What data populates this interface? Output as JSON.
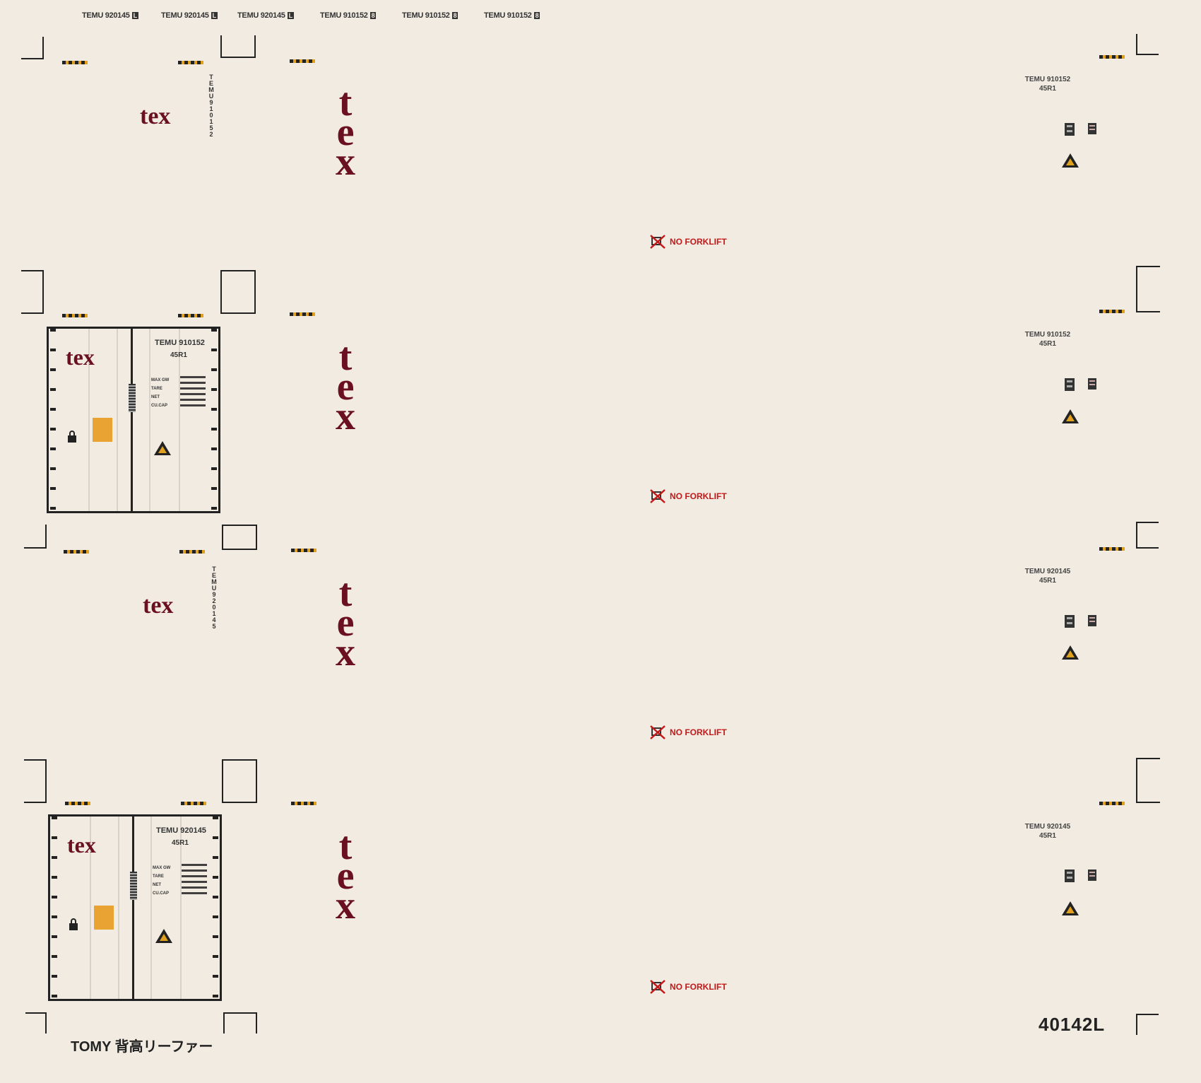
{
  "top_ids": [
    {
      "text": "TEMU 920145",
      "check": "L"
    },
    {
      "text": "TEMU 920145",
      "check": "L"
    },
    {
      "text": "TEMU 920145",
      "check": "L"
    },
    {
      "text": "TEMU 910152",
      "check": "8"
    },
    {
      "text": "TEMU 910152",
      "check": "8"
    },
    {
      "text": "TEMU 910152",
      "check": "8"
    }
  ],
  "brand": "tex",
  "vertical_ids": [
    "TEMU910152",
    "TEMU920145"
  ],
  "no_forklift": "NO FORKLIFT",
  "right_ids": [
    {
      "id": "TEMU 910152",
      "code": "45R1"
    },
    {
      "id": "TEMU 910152",
      "code": "45R1"
    },
    {
      "id": "TEMU 920145",
      "code": "45R1"
    },
    {
      "id": "TEMU 920145",
      "code": "45R1"
    }
  ],
  "doors": [
    {
      "id": "TEMU 910152",
      "code": "45R1",
      "labels": [
        "MAX GW",
        "TARE",
        "NET",
        "CU.CAP"
      ]
    },
    {
      "id": "TEMU 920145",
      "code": "45R1",
      "labels": [
        "MAX GW",
        "TARE",
        "NET",
        "CU.CAP"
      ]
    }
  ],
  "footer_left": "TOMY 背高リーファー",
  "footer_right": "40142L",
  "colors": {
    "background": "#f1ebe2",
    "brand": "#6a1020",
    "warning_red": "#c21a1a",
    "stripe": "#e0a020",
    "label_orange": "#e8a332"
  }
}
